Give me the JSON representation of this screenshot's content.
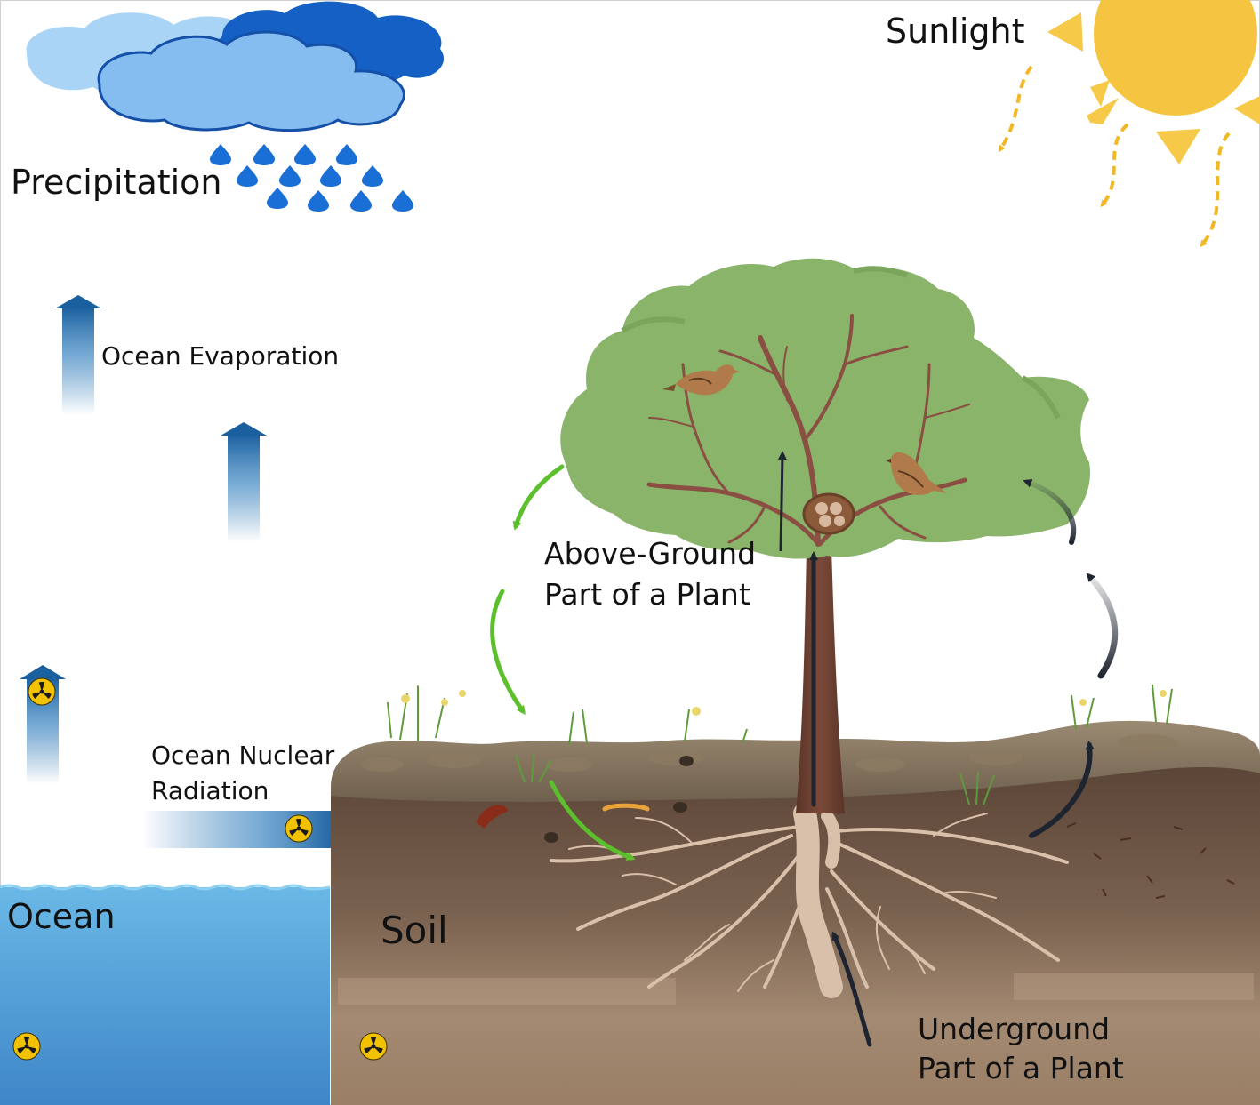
{
  "labels": {
    "precipitation": "Precipitation",
    "sunlight": "Sunlight",
    "ocean_evaporation": "Ocean Evaporation",
    "ocean_nuclear_radiation": [
      "Ocean Nuclear",
      "Radiation"
    ],
    "ocean": "Ocean",
    "soil": "Soil",
    "above_ground": [
      "Above-Ground",
      "Part of a Plant"
    ],
    "underground": [
      "Underground",
      "Part of a Plant"
    ]
  },
  "colors": {
    "cloud_light": "#a9d4f5",
    "cloud_dark": "#1560c4",
    "cloud_mid": "#86bdf0",
    "raindrop": "#1a6fd6",
    "sun": "#f5c542",
    "sun_ray": "#f7c948",
    "arrow_blue": "#1f6db0",
    "ocean": "#5aa9dc",
    "soil_top": "#6b5443",
    "soil_bottom": "#a58b73",
    "canopy": "#8ab46a",
    "trunk": "#6a3f31",
    "roots": "#d9c0aa",
    "flow_green": "#5cc02c",
    "flow_dark": "#1e2530",
    "radiation": "#f2c200"
  },
  "icons": [
    "cloud-icon",
    "raindrop-icon",
    "sun-icon",
    "radiation-icon",
    "tree-icon",
    "bird-icon",
    "nest-icon"
  ]
}
